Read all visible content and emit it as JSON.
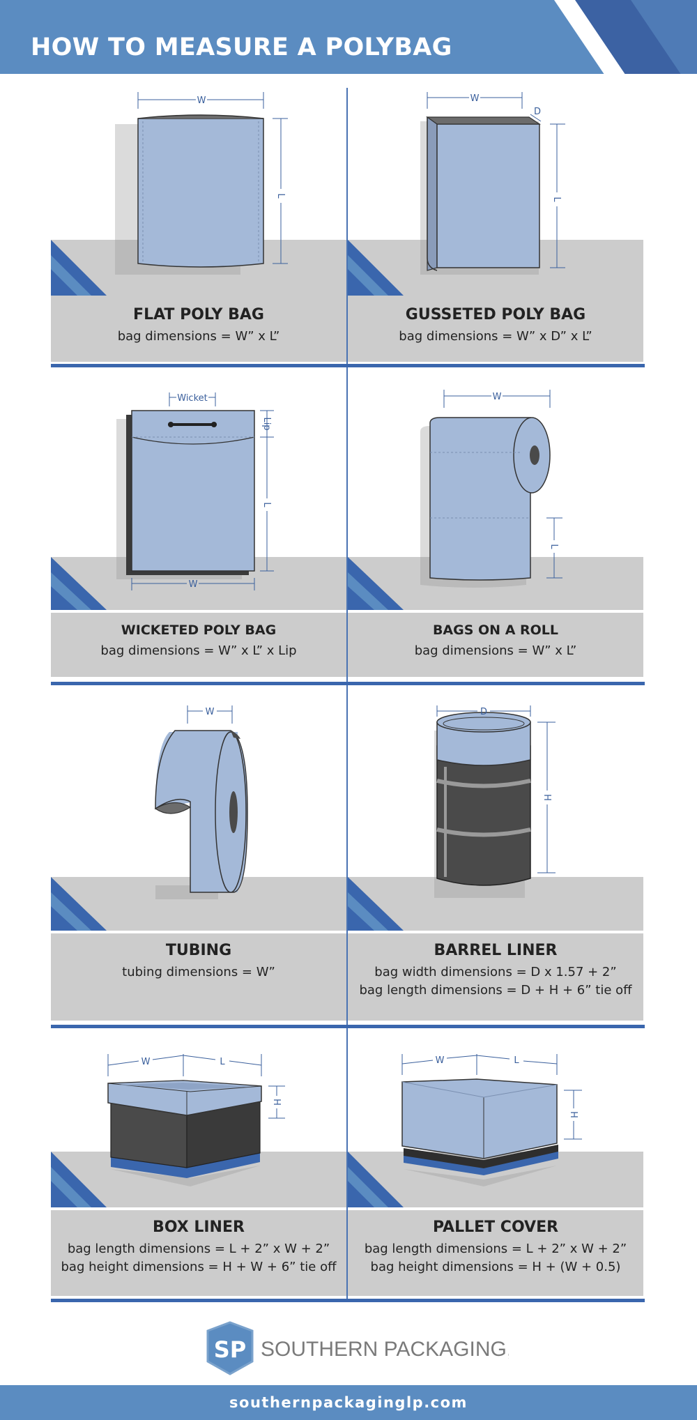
{
  "header": {
    "title": "HOW TO MEASURE A POLYBAG"
  },
  "items": [
    {
      "name": "FLAT POLY BAG",
      "desc": [
        "bag dimensions = W” x L”"
      ],
      "labels": [
        "W",
        "L"
      ]
    },
    {
      "name": "GUSSETED POLY BAG",
      "desc": [
        "bag dimensions = W” x D” x L”"
      ],
      "labels": [
        "W",
        "D",
        "L"
      ]
    },
    {
      "name": "WICKETED POLY BAG",
      "desc": [
        "bag dimensions = W” x L” x Lip"
      ],
      "labels": [
        "Wicket",
        "Lip",
        "L",
        "W"
      ]
    },
    {
      "name": "BAGS ON A ROLL",
      "desc": [
        "bag dimensions = W” x L”"
      ],
      "labels": [
        "W",
        "L"
      ]
    },
    {
      "name": "TUBING",
      "desc": [
        "tubing dimensions = W”"
      ],
      "labels": [
        "W"
      ]
    },
    {
      "name": "BARREL LINER",
      "desc": [
        "bag width dimensions = D x 1.57 + 2”",
        "bag length dimensions = D + H + 6” tie off"
      ],
      "labels": [
        "D",
        "H"
      ]
    },
    {
      "name": "BOX LINER",
      "desc": [
        "bag length dimensions = L + 2” x W + 2”",
        "bag height dimensions = H + W + 6” tie off"
      ],
      "labels": [
        "W",
        "L",
        "H"
      ]
    },
    {
      "name": "PALLET COVER",
      "desc": [
        "bag length dimensions = L + 2” x W + 2”",
        "bag height dimensions = H + (W + 0.5)"
      ],
      "labels": [
        "W",
        "L",
        "H"
      ]
    }
  ],
  "logo": {
    "mark": "SP",
    "name": "SOUTHERN PACKAGING, LP"
  },
  "footer": {
    "url": "southernpackaginglp.com"
  },
  "colors": {
    "header_blue": "#5b8cc1",
    "accent_blue": "#3a66ad",
    "bag_blue": "#a4b9d8",
    "floor_gray": "#cccccc",
    "dark": "#4a4a4a"
  }
}
